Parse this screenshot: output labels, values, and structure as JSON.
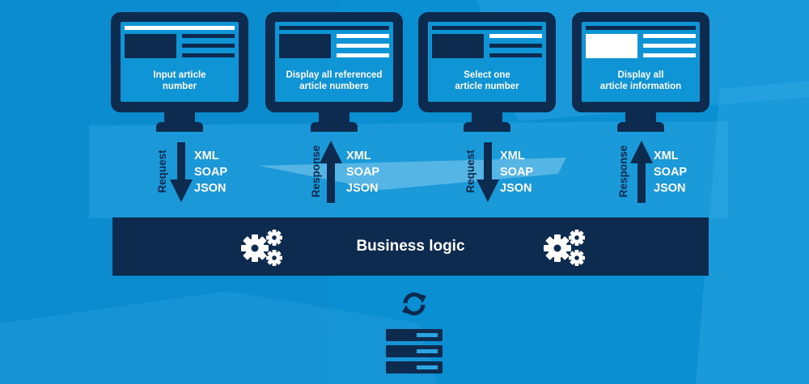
{
  "diagram": {
    "screens": [
      {
        "label_line1": "Input article",
        "label_line2": "number",
        "direction": "Request",
        "arrow": "down"
      },
      {
        "label_line1": "Display all referenced",
        "label_line2": "article numbers",
        "direction": "Response",
        "arrow": "up"
      },
      {
        "label_line1": "Select one",
        "label_line2": "article number",
        "direction": "Request",
        "arrow": "down"
      },
      {
        "label_line1": "Display all",
        "label_line2": "article information",
        "direction": "Response",
        "arrow": "up"
      }
    ],
    "formats": [
      "XML",
      "SOAP",
      "JSON"
    ],
    "business_logic_label": "Business logic",
    "icons": [
      "monitor-icon",
      "arrow-down-icon",
      "arrow-up-icon",
      "gears-icon",
      "sync-icon",
      "server-icon"
    ],
    "colors": {
      "background": "#0b8fd3",
      "navy": "#0d2b4f",
      "white": "#ffffff"
    }
  }
}
